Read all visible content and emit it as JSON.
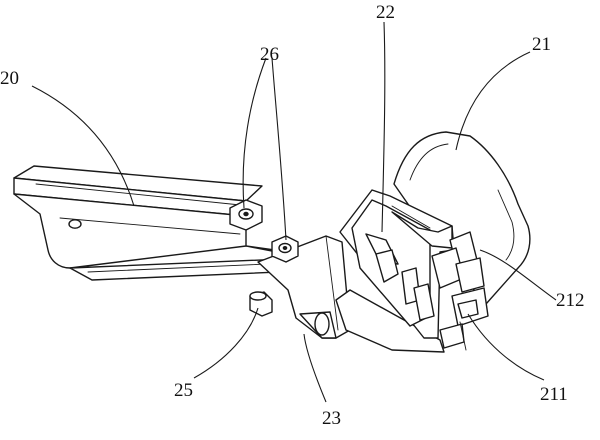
{
  "labels": {
    "l20": "20",
    "l21": "21",
    "l22": "22",
    "l23": "23",
    "l25": "25",
    "l26": "26",
    "l211": "211",
    "l212": "212"
  }
}
